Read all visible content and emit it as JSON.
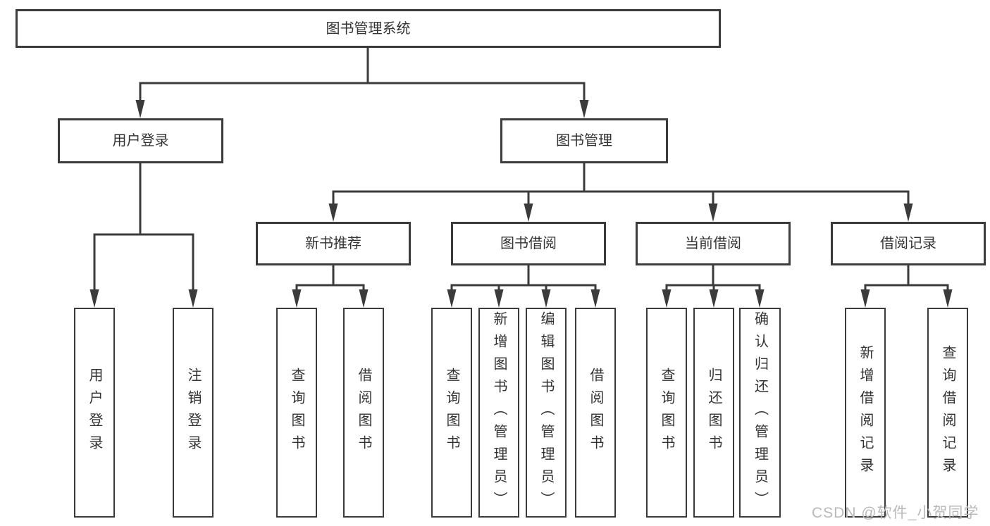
{
  "root_label": "图书管理系统",
  "level1": {
    "user_login": "用户登录",
    "book_mgmt": "图书管理"
  },
  "level2": {
    "new_books": "新书推荐",
    "borrowing": "图书借阅",
    "current": "当前借阅",
    "records": "借阅记录"
  },
  "leaves": {
    "login_1": "用户登录",
    "login_2": "注销登录",
    "new_1": "查询图书",
    "new_2": "借阅图书",
    "borrow_1": "查询图书",
    "borrow_2": "新增图书（管理员）",
    "borrow_3": "编辑图书（管理员）",
    "borrow_4": "借阅图书",
    "current_1": "查询图书",
    "current_2": "归还图书",
    "current_3": "确认归还（管理员）",
    "record_1": "新增借阅记录",
    "record_2": "查询借阅记录"
  },
  "watermark": "CSDN @软件_小贺同学",
  "colors": {
    "line": "#3b3b3b",
    "text": "#333333",
    "watermark": "#b9b9b9",
    "background": "#ffffff"
  }
}
